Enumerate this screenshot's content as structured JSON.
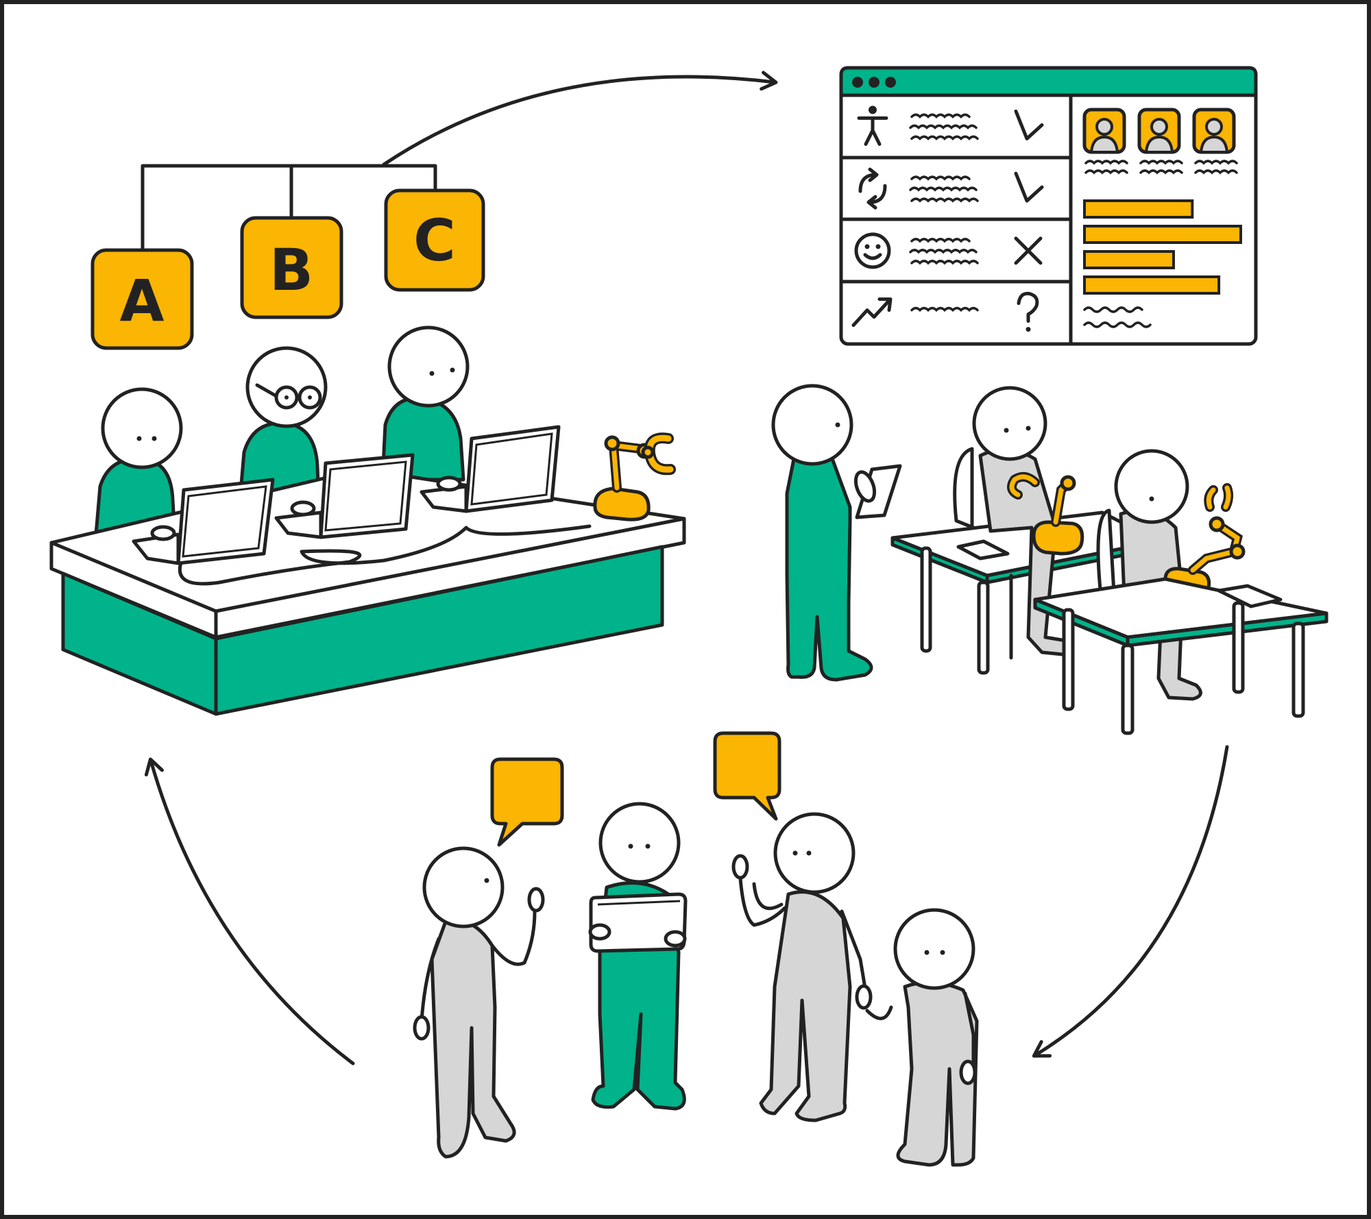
{
  "colors": {
    "ink": "#222222",
    "green": "#00b38a",
    "yellow": "#fbb503",
    "grey": "#d6d6d6",
    "white": "#ffffff"
  },
  "options": [
    {
      "label": "A"
    },
    {
      "label": "B"
    },
    {
      "label": "C"
    }
  ],
  "report": {
    "criteria": [
      {
        "icon": "accessibility-icon",
        "mark": "check-mark-icon"
      },
      {
        "icon": "cycle-arrows-icon",
        "mark": "check-mark-icon"
      },
      {
        "icon": "smiley-icon",
        "mark": "cross-mark-icon"
      },
      {
        "icon": "trend-up-icon",
        "mark": "question-mark-icon"
      }
    ],
    "participants": 3,
    "bars": [
      0.69,
      1.0,
      0.57,
      0.86
    ]
  }
}
